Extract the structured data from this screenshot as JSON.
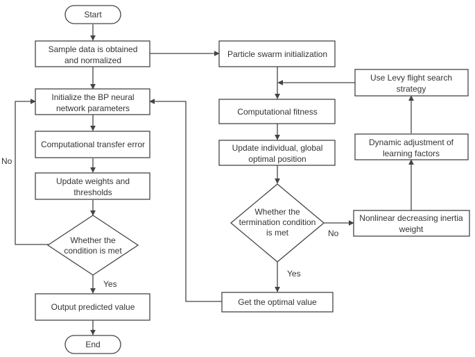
{
  "nodes": {
    "start": "Start",
    "sample_data": [
      "Sample data is obtained",
      "and normalized"
    ],
    "init_bp": [
      "Initialize the BP neural",
      "network parameters"
    ],
    "transfer_error": "Computational transfer error",
    "update_weights": [
      "Update weights and",
      "thresholds"
    ],
    "condition_met": [
      "Whether the",
      "condition is met"
    ],
    "output_value": "Output predicted value",
    "end": "End",
    "pso_init": "Particle swarm initialization",
    "fitness": "Computational fitness",
    "update_position": [
      "Update individual, global",
      "optimal position"
    ],
    "termination": [
      "Whether the",
      "termination condition",
      "is met"
    ],
    "optimal_value": "Get the optimal value",
    "inertia": [
      "Nonlinear decreasing inertia",
      "weight"
    ],
    "learning_factors": [
      "Dynamic adjustment of",
      "learning factors"
    ],
    "levy": [
      "Use Levy flight search",
      "strategy"
    ]
  },
  "edge_labels": {
    "no_left": "No",
    "yes_left": "Yes",
    "no_right": "No",
    "yes_right": "Yes"
  },
  "colors": {
    "stroke": "#444444",
    "text": "#333333",
    "fill": "#ffffff"
  }
}
